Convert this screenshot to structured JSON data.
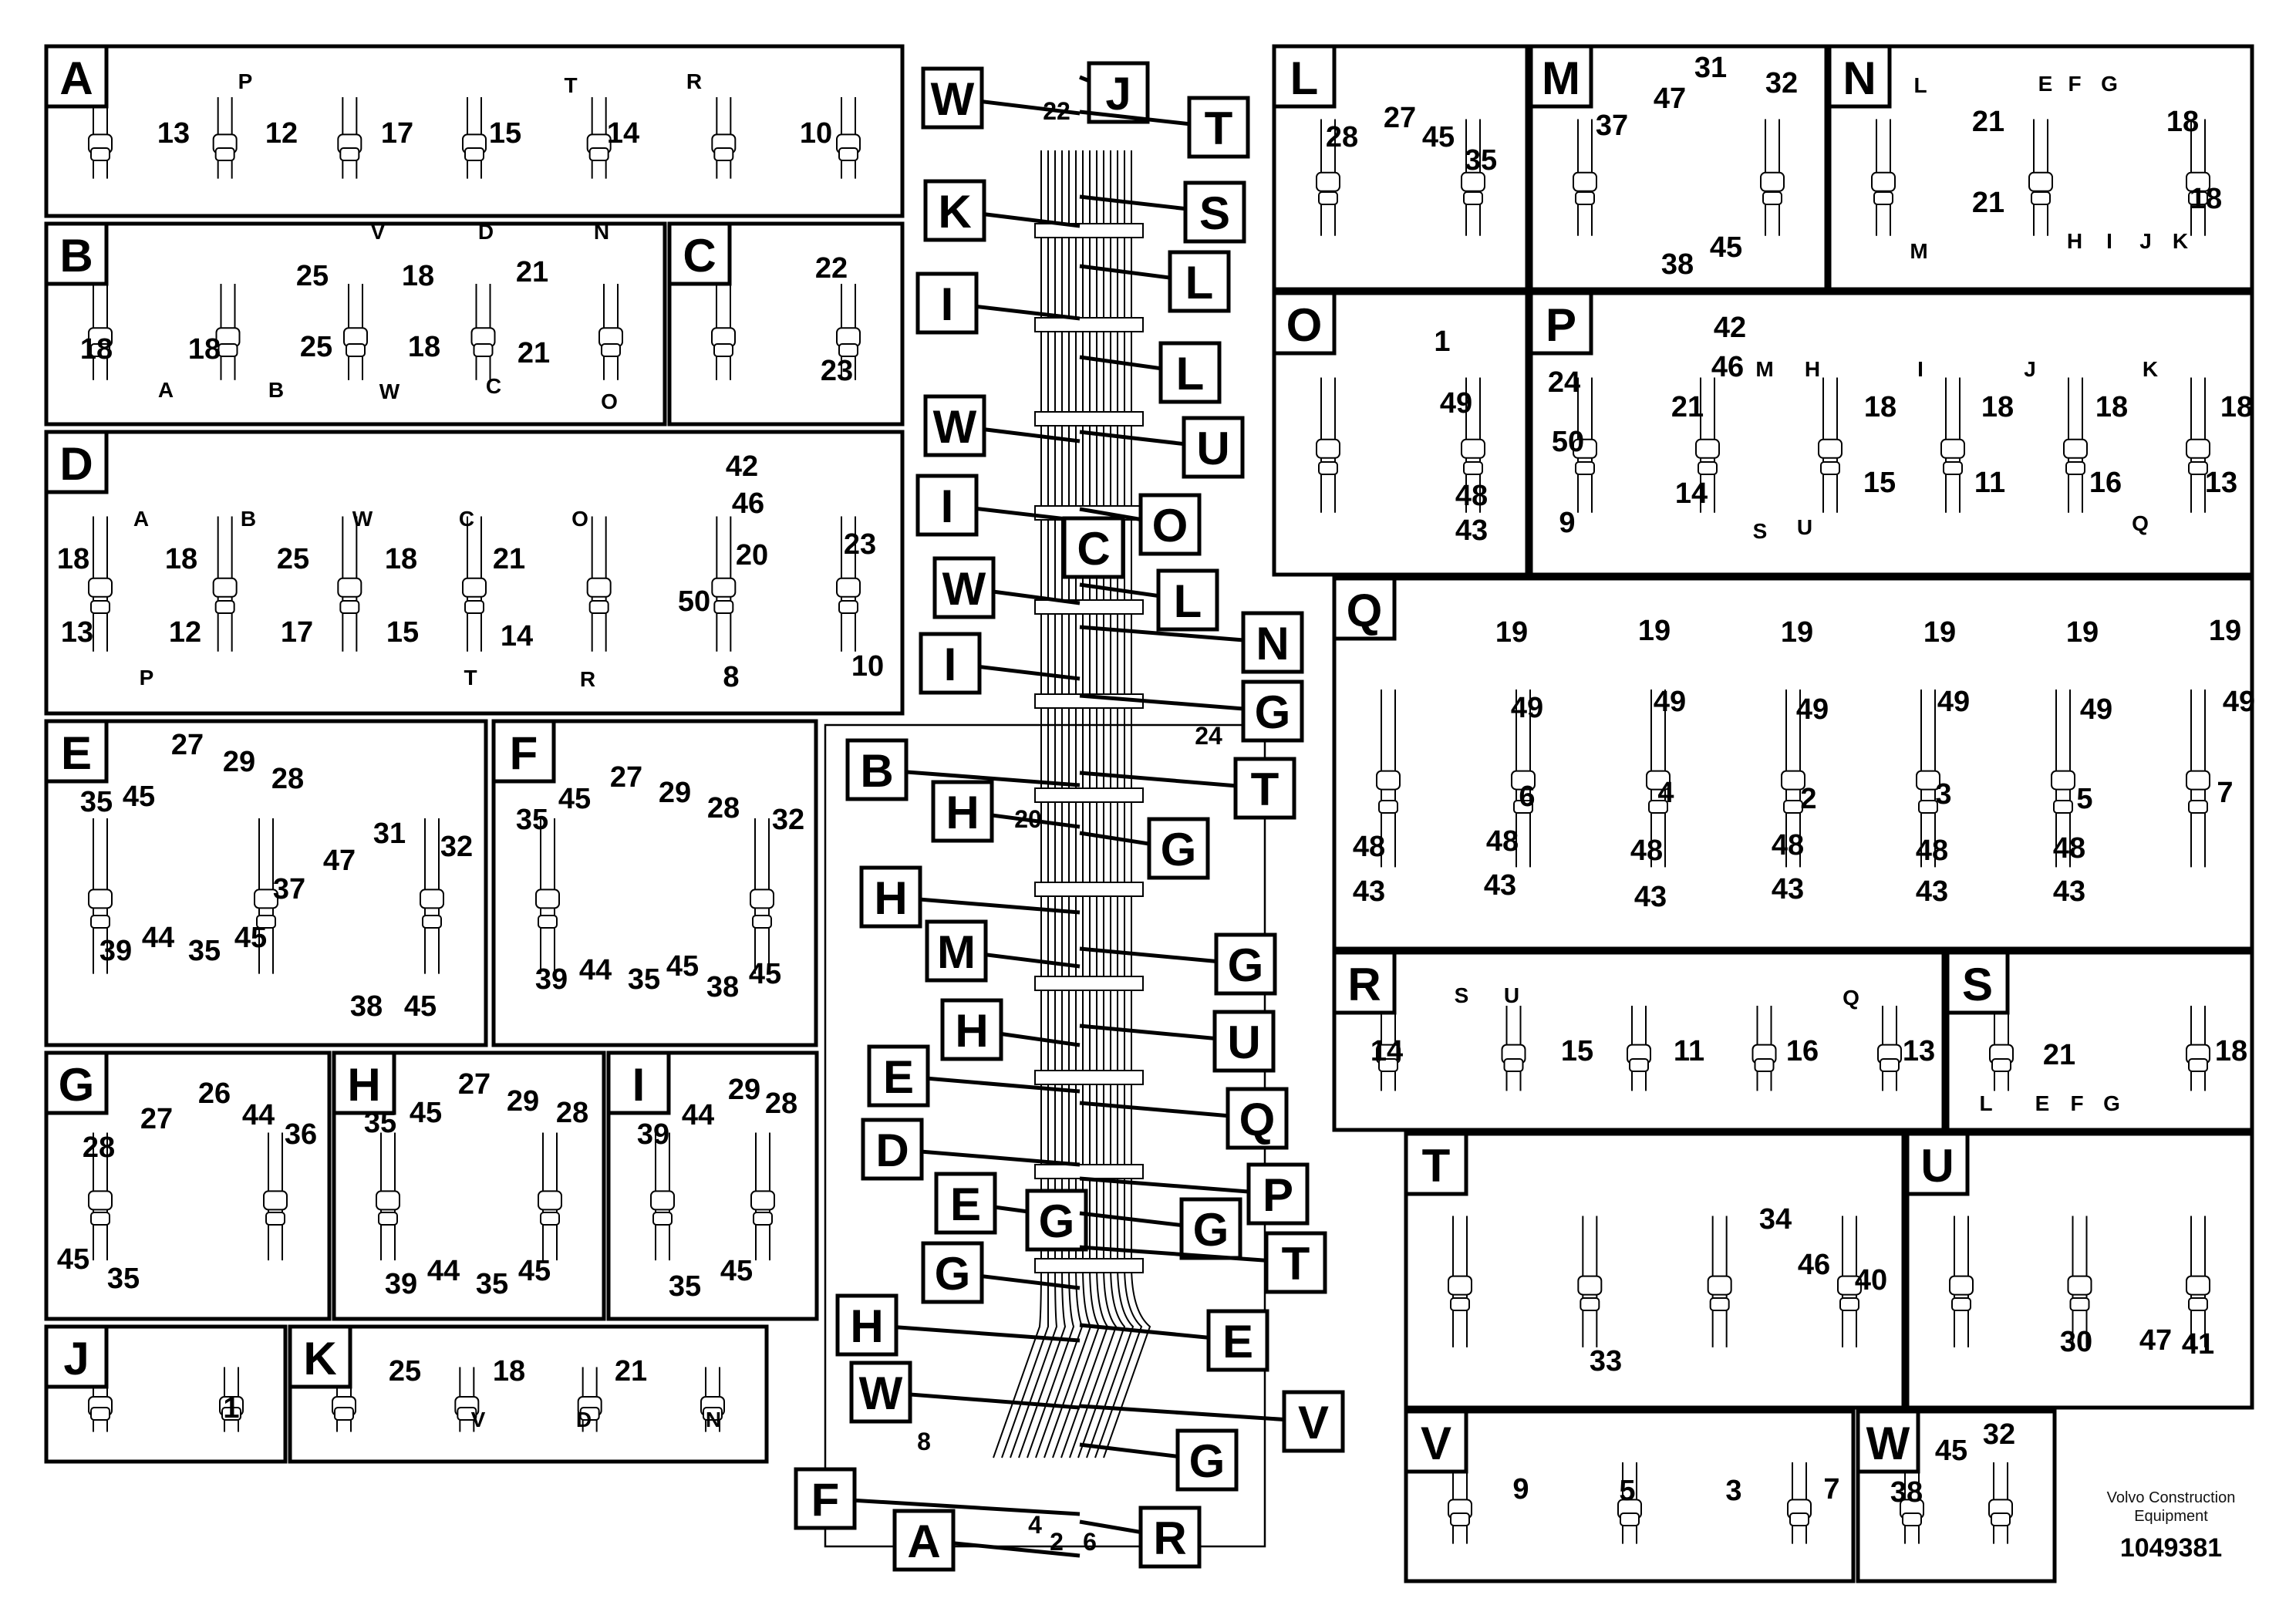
{
  "panels": [
    {
      "id": "A",
      "letter": "A",
      "labels": [
        "13",
        "12",
        "17",
        "15",
        "14",
        "10",
        "P",
        "T",
        "R"
      ]
    },
    {
      "id": "B",
      "letter": "B",
      "labels": [
        "18",
        "18",
        "25",
        "18",
        "21",
        "25",
        "18",
        "21",
        "A",
        "B",
        "V",
        "W",
        "D",
        "C",
        "N",
        "O"
      ]
    },
    {
      "id": "C",
      "letter": "C",
      "labels": [
        "22",
        "23"
      ]
    },
    {
      "id": "D",
      "letter": "D",
      "labels": [
        "18",
        "18",
        "25",
        "18",
        "21",
        "13",
        "12",
        "17",
        "15",
        "14",
        "A",
        "B",
        "W",
        "C",
        "O",
        "P",
        "T",
        "R",
        "42",
        "46",
        "20",
        "50",
        "8",
        "23",
        "10"
      ]
    },
    {
      "id": "E",
      "letter": "E",
      "labels": [
        "35",
        "45",
        "27",
        "29",
        "28",
        "39",
        "44",
        "35",
        "45",
        "37",
        "47",
        "31",
        "32",
        "38",
        "45"
      ]
    },
    {
      "id": "F",
      "letter": "F",
      "labels": [
        "35",
        "45",
        "27",
        "29",
        "28",
        "32",
        "39",
        "44",
        "35",
        "45",
        "38",
        "45"
      ]
    },
    {
      "id": "G",
      "letter": "G",
      "labels": [
        "28",
        "27",
        "26",
        "44",
        "36",
        "45",
        "35"
      ]
    },
    {
      "id": "H",
      "letter": "H",
      "labels": [
        "35",
        "45",
        "27",
        "29",
        "28",
        "39",
        "44",
        "35",
        "45"
      ]
    },
    {
      "id": "I",
      "letter": "I",
      "labels": [
        "39",
        "44",
        "29",
        "28",
        "35",
        "45"
      ]
    },
    {
      "id": "J",
      "letter": "J",
      "labels": [
        "1"
      ]
    },
    {
      "id": "K",
      "letter": "K",
      "labels": [
        "25",
        "18",
        "21",
        "V",
        "D",
        "N"
      ]
    },
    {
      "id": "L",
      "letter": "L",
      "labels": [
        "28",
        "27",
        "45",
        "35"
      ]
    },
    {
      "id": "M",
      "letter": "M",
      "labels": [
        "37",
        "47",
        "31",
        "32",
        "38",
        "45"
      ]
    },
    {
      "id": "N",
      "letter": "N",
      "labels": [
        "21",
        "21",
        "18",
        "18",
        "L",
        "M",
        "E",
        "F",
        "G",
        "H",
        "I",
        "J",
        "K"
      ]
    },
    {
      "id": "O",
      "letter": "O",
      "labels": [
        "1",
        "49",
        "48",
        "43"
      ]
    },
    {
      "id": "P",
      "letter": "P",
      "labels": [
        "42",
        "46",
        "24",
        "50",
        "9",
        "21",
        "18",
        "18",
        "18",
        "18",
        "14",
        "15",
        "11",
        "16",
        "13",
        "M",
        "H",
        "I",
        "J",
        "K",
        "S",
        "U",
        "Q"
      ]
    },
    {
      "id": "Q",
      "letter": "Q",
      "labels": [
        "19",
        "19",
        "19",
        "19",
        "19",
        "19",
        "49",
        "49",
        "49",
        "49",
        "49",
        "49",
        "6",
        "4",
        "2",
        "3",
        "5",
        "7",
        "48",
        "48",
        "48",
        "48",
        "48",
        "48",
        "43",
        "43",
        "43",
        "43",
        "43",
        "43"
      ]
    },
    {
      "id": "R",
      "letter": "R",
      "labels": [
        "14",
        "15",
        "11",
        "16",
        "13",
        "S",
        "U",
        "Q"
      ]
    },
    {
      "id": "S",
      "letter": "S",
      "labels": [
        "21",
        "18",
        "L",
        "E",
        "F",
        "G"
      ]
    },
    {
      "id": "T",
      "letter": "T",
      "labels": [
        "34",
        "46",
        "40",
        "33"
      ]
    },
    {
      "id": "U",
      "letter": "U",
      "labels": [
        "30",
        "47",
        "41"
      ]
    },
    {
      "id": "V",
      "letter": "V",
      "labels": [
        "9",
        "5",
        "3",
        "7"
      ]
    },
    {
      "id": "W",
      "letter": "W",
      "labels": [
        "38",
        "45",
        "32"
      ]
    }
  ],
  "main_view": {
    "callouts": [
      "W",
      "J",
      "T",
      "K",
      "S",
      "I",
      "L",
      "L",
      "W",
      "U",
      "I",
      "O",
      "W",
      "C",
      "L",
      "I",
      "N",
      "G",
      "B",
      "T",
      "H",
      "G",
      "H",
      "M",
      "G",
      "H",
      "U",
      "E",
      "Q",
      "D",
      "E",
      "P",
      "G",
      "G",
      "G",
      "T",
      "H",
      "E",
      "W",
      "V",
      "G",
      "F",
      "A",
      "R"
    ],
    "numbers": [
      "22",
      "24",
      "20",
      "8",
      "4",
      "2",
      "6"
    ]
  },
  "footer": {
    "brand": "Volvo Construction Equipment",
    "drawing_no": "1049381"
  }
}
